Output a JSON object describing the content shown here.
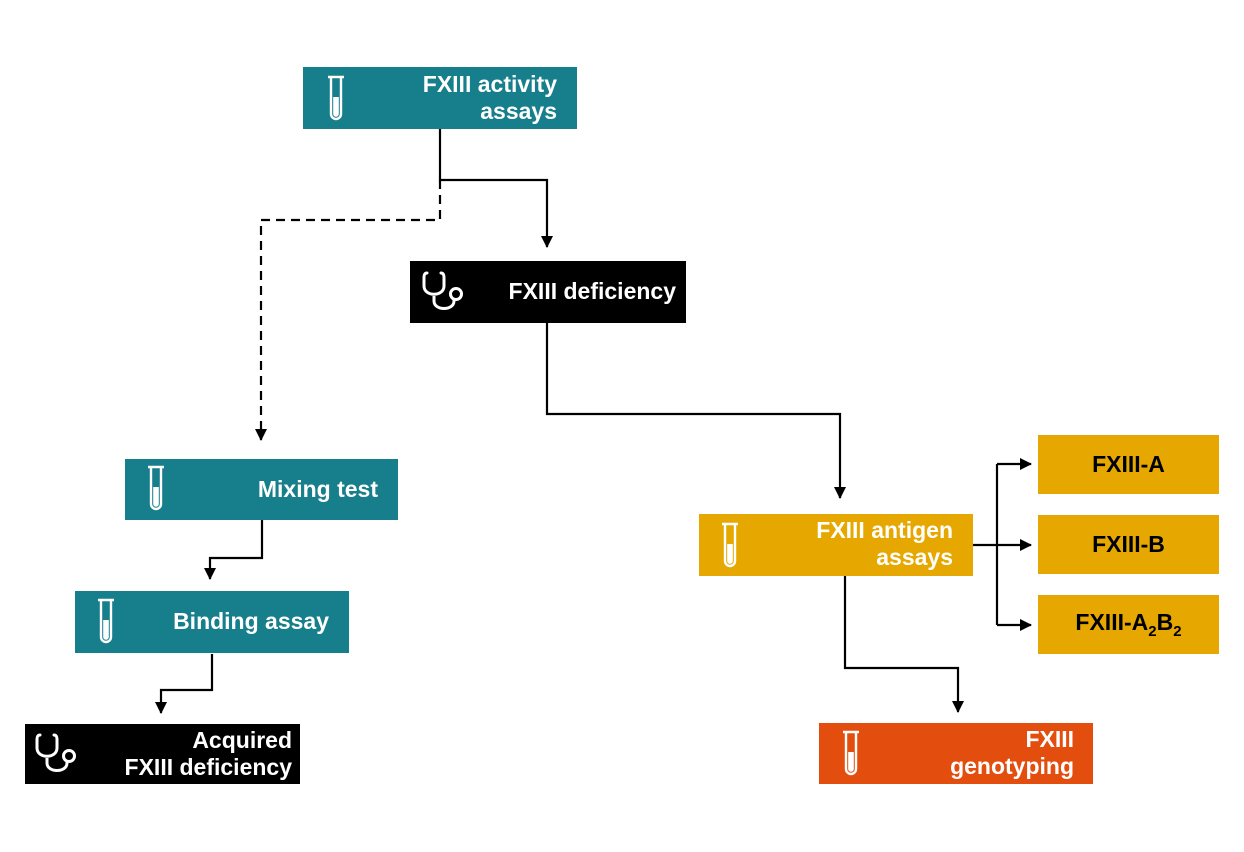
{
  "nodes": {
    "activity": {
      "line1": "FXIII activity",
      "line2": "assays",
      "icon": "test-tube-icon",
      "color": "#177e8c"
    },
    "deficiency": {
      "label": "FXIII deficiency",
      "icon": "stethoscope-icon",
      "color": "#000000"
    },
    "mixing": {
      "label": "Mixing test",
      "icon": "test-tube-icon",
      "color": "#177e8c"
    },
    "binding": {
      "label": "Binding assay",
      "icon": "test-tube-icon",
      "color": "#177e8c"
    },
    "acquired": {
      "line1": "Acquired",
      "line2": "FXIII deficiency",
      "icon": "stethoscope-icon",
      "color": "#000000"
    },
    "antigen": {
      "line1": "FXIII antigen",
      "line2": "assays",
      "icon": "test-tube-icon",
      "color": "#e6a800"
    },
    "fxiii_a": {
      "label": "FXIII-A",
      "color": "#e6a800"
    },
    "fxiii_b": {
      "label": "FXIII-B",
      "color": "#e6a800"
    },
    "fxiii_a2b2": {
      "base": "FXIII-A",
      "sub1": "2",
      "mid": "B",
      "sub2": "2",
      "color": "#e6a800"
    },
    "genotyping": {
      "line1": "FXIII",
      "line2": "genotyping",
      "icon": "test-tube-icon",
      "color": "#e34e0e"
    }
  }
}
